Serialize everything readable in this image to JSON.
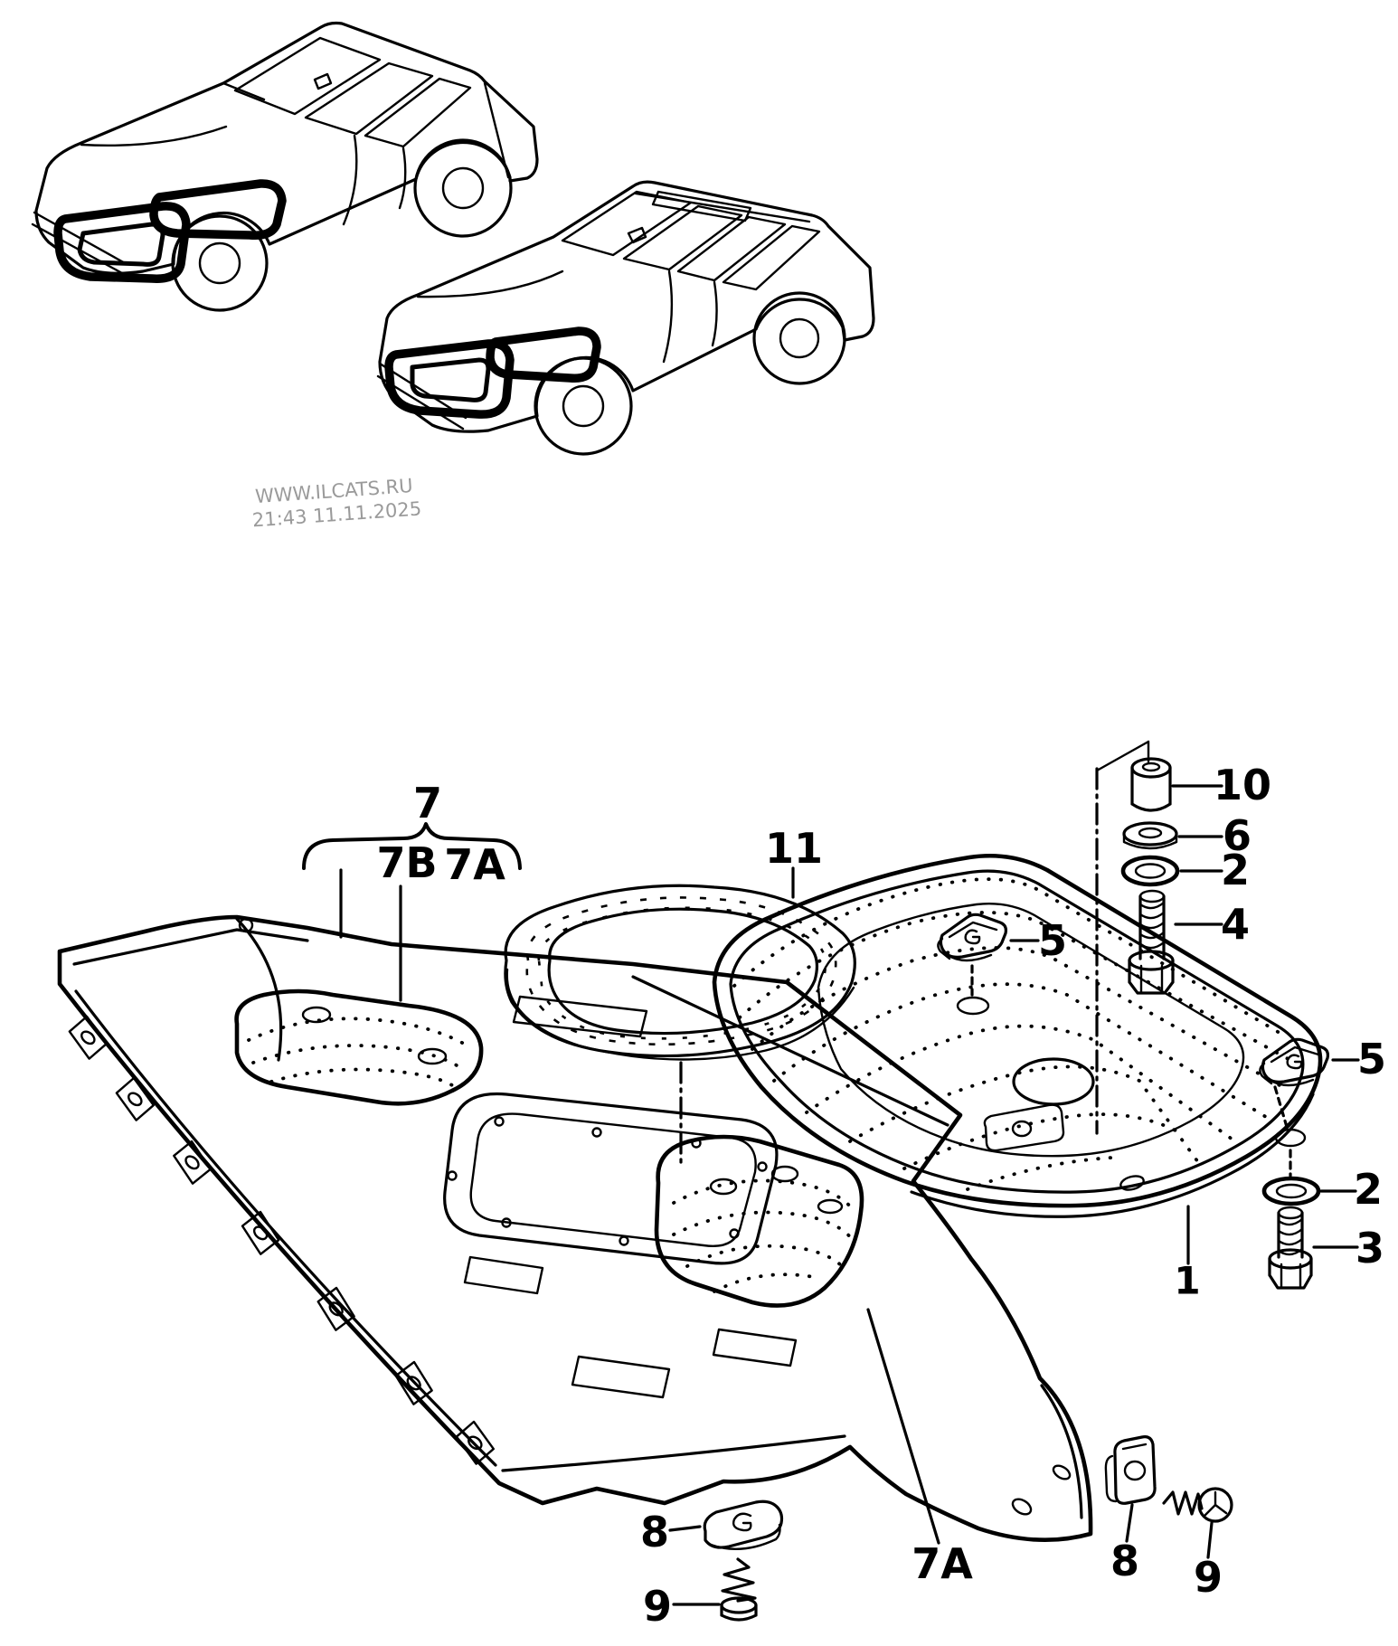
{
  "watermark": {
    "site": "WWW.ILCATS.RU",
    "timestamp": "21:43 11.11.2025"
  },
  "callouts": {
    "group": {
      "label": "7",
      "left": "7B",
      "right": "7A"
    },
    "gasket": {
      "label": "11"
    },
    "buffer": {
      "label": "10"
    },
    "washer_upper": {
      "label": "6"
    },
    "seal_ring_upper": {
      "label": "2"
    },
    "bolt_upper": {
      "label": "4"
    },
    "clip_left": {
      "label": "5"
    },
    "clip_right": {
      "label": "5"
    },
    "panel": {
      "label": "1"
    },
    "washer_lower": {
      "label": "2"
    },
    "bolt_lower": {
      "label": "3"
    },
    "clip_bottom_left": {
      "label": "8"
    },
    "screw_bottom_left": {
      "label": "9"
    },
    "insulation_lower": {
      "label": "7A"
    },
    "clip_bottom_right": {
      "label": "8"
    },
    "screw_bottom_right": {
      "label": "9"
    }
  },
  "colors": {
    "ink": "#000000",
    "paper": "#ffffff",
    "watermark": "#9a9a9a"
  }
}
